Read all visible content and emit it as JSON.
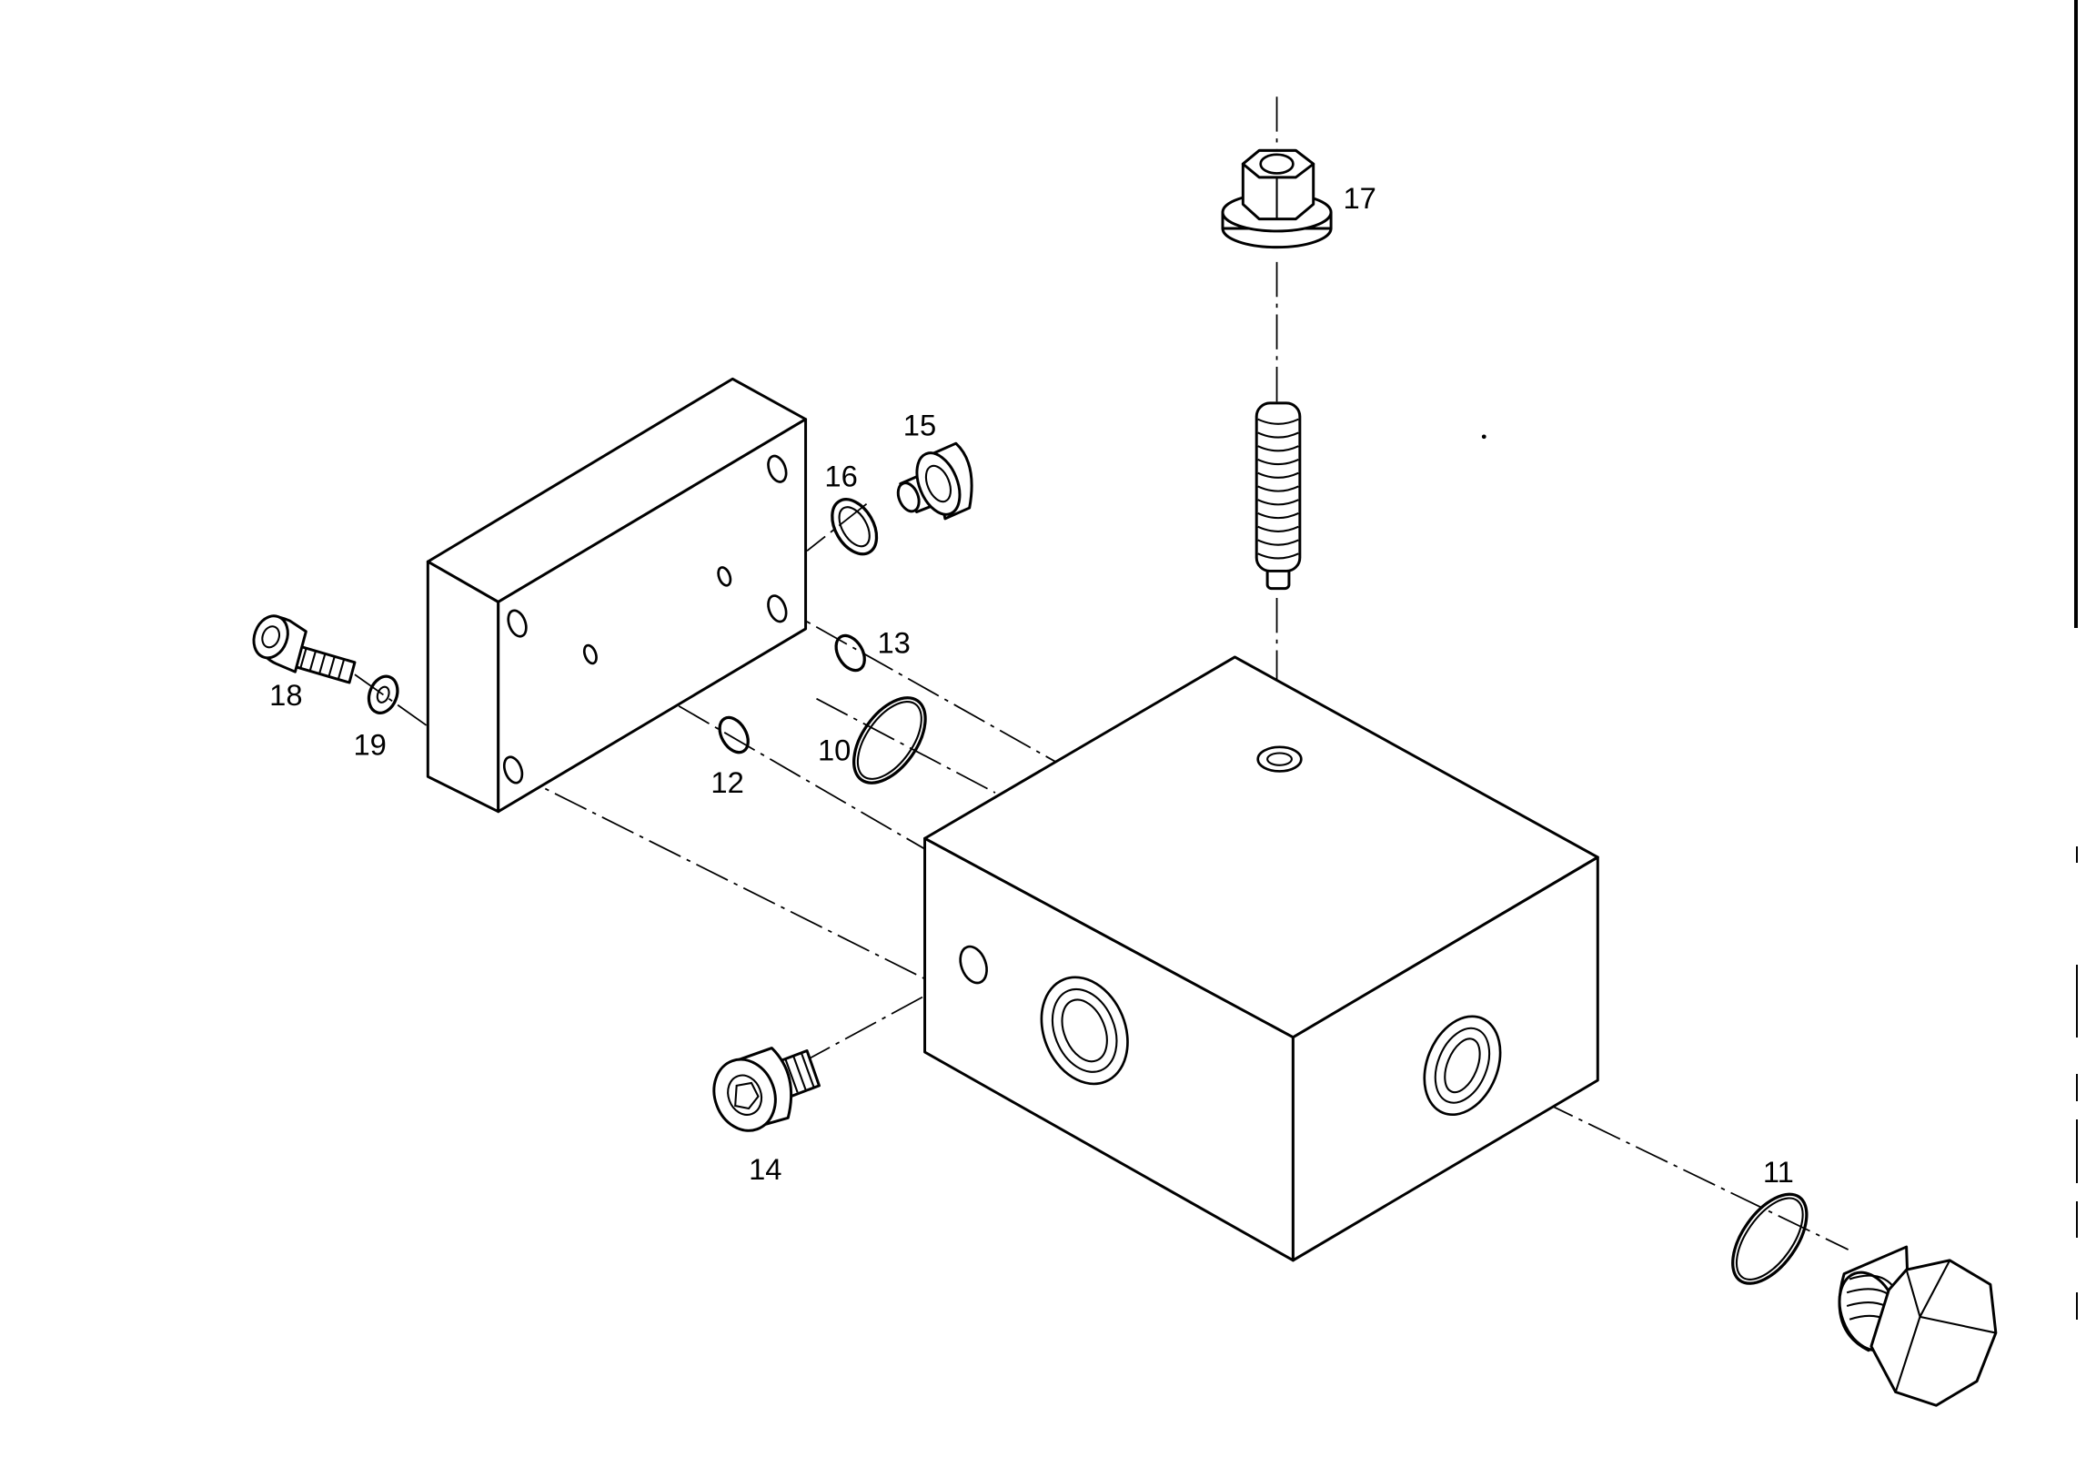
{
  "figure": {
    "callouts": [
      "17",
      "15",
      "16",
      "13",
      "18",
      "19",
      "10",
      "12",
      "14",
      "11"
    ]
  }
}
